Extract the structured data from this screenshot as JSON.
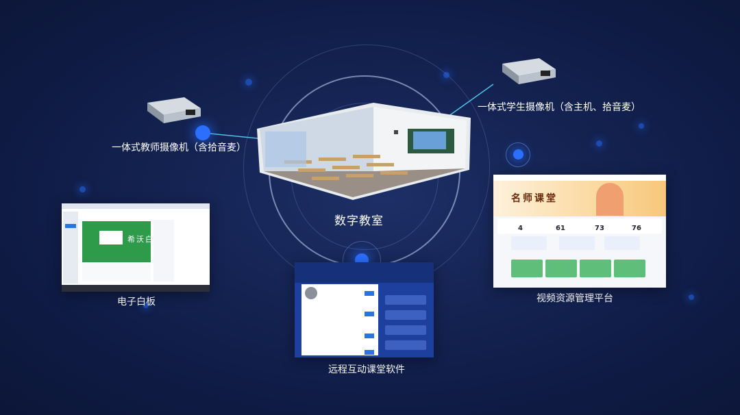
{
  "diagram": {
    "center_label": "数字教室",
    "teacher_camera_label": "一体式教师摄像机（含拾音麦）",
    "student_camera_label": "一体式学生摄像机（含主机、拾音麦）",
    "whiteboard_label": "电子白板",
    "remote_software_label": "远程互动课堂软件",
    "video_platform_label": "视频资源管理平台"
  },
  "panels": {
    "whiteboard": {
      "brand_text": "希沃白"
    },
    "video_platform": {
      "banner_title": "名师课堂",
      "stats": [
        "4",
        "61",
        "73",
        "76"
      ]
    }
  },
  "colors": {
    "background": "#152454",
    "accent_dot": "#2b6fff",
    "connector_line": "#4fc3e8",
    "whiteboard_green": "#2e9b4a"
  }
}
